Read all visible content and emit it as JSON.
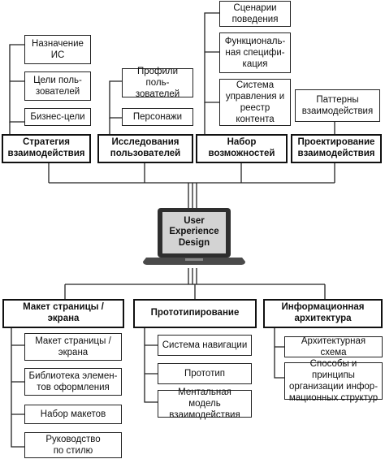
{
  "center": {
    "title": "User\nExperience\nDesign"
  },
  "top_groups": [
    {
      "heading": "Стратегия\nвзаимодействия",
      "items": [
        "Назначение\nИС",
        "Цели поль-\nзователей",
        "Бизнес-цели"
      ]
    },
    {
      "heading": "Исследования\nпользователей",
      "items": [
        "Профили поль-\nзователей",
        "Персонажи"
      ]
    },
    {
      "heading": "Набор\nвозможностей",
      "items": [
        "Сценарии\nповедения",
        "Функциональ-\nная специфи-\nкация",
        "Система\nуправления и реестр\nконтента"
      ]
    },
    {
      "heading": "Проектирование\nвзаимодействия",
      "items": [
        "Паттерны\nвзаимодействия"
      ]
    }
  ],
  "bottom_groups": [
    {
      "heading": "Макет страницы /\nэкрана",
      "items": [
        "Макет страницы /\nэкрана",
        "Библиотека элемен-\nтов оформления",
        "Набор макетов",
        "Руководство\nпо стилю"
      ]
    },
    {
      "heading": "Прототипирование",
      "items": [
        "Система навигации",
        "Прототип",
        "Ментальная модель\nвзаимодействия"
      ]
    },
    {
      "heading": "Информационная\nархитектура",
      "items": [
        "Архитектурная схема",
        "Способы и принципы\nорганизации инфор-\nмационных структур"
      ]
    }
  ]
}
